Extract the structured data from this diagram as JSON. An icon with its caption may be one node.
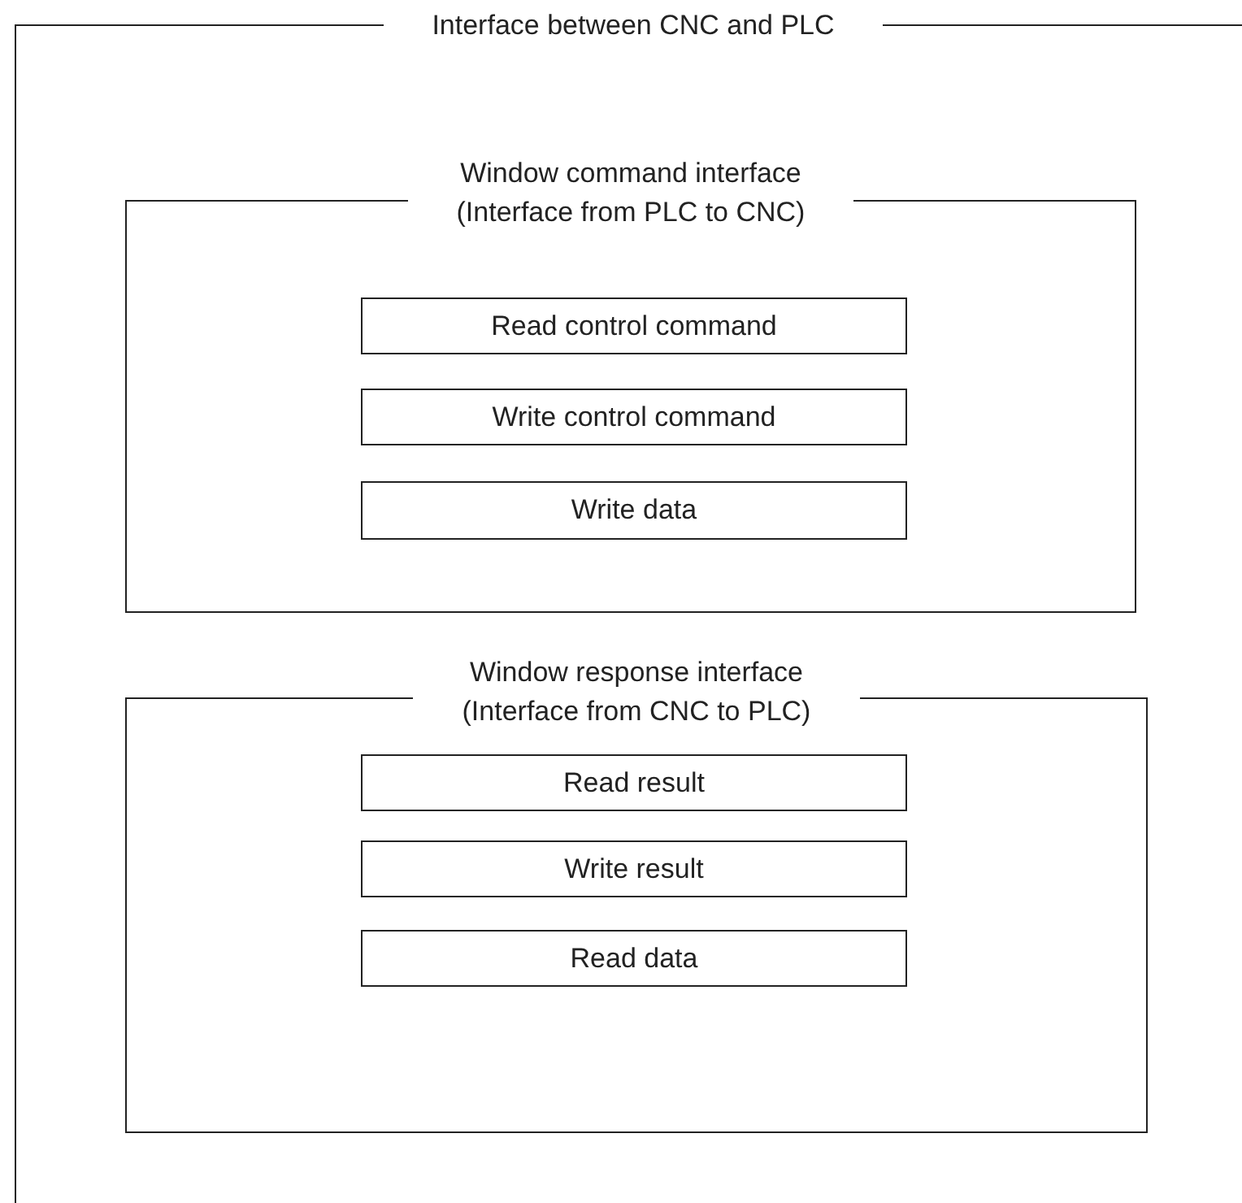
{
  "diagram": {
    "nodes": [
      {
        "text": [
          "Interface between CNC and PLC"
        ]
      },
      {
        "text": [
          "Window command interface",
          "(Interface from PLC to CNC)"
        ],
        "in": 0
      },
      {
        "text": [
          "Read control command"
        ],
        "in": 1
      },
      {
        "text": [
          "Write control command"
        ],
        "in": 1
      },
      {
        "text": [
          "Write data"
        ],
        "in": 1
      },
      {
        "text": [
          "Window response interface",
          "(Interface from CNC to PLC)"
        ],
        "in": 0
      },
      {
        "text": [
          "Read result"
        ],
        "in": 5
      },
      {
        "text": [
          "Write result"
        ],
        "in": 5
      },
      {
        "text": [
          "Read data"
        ],
        "in": 5
      }
    ]
  }
}
